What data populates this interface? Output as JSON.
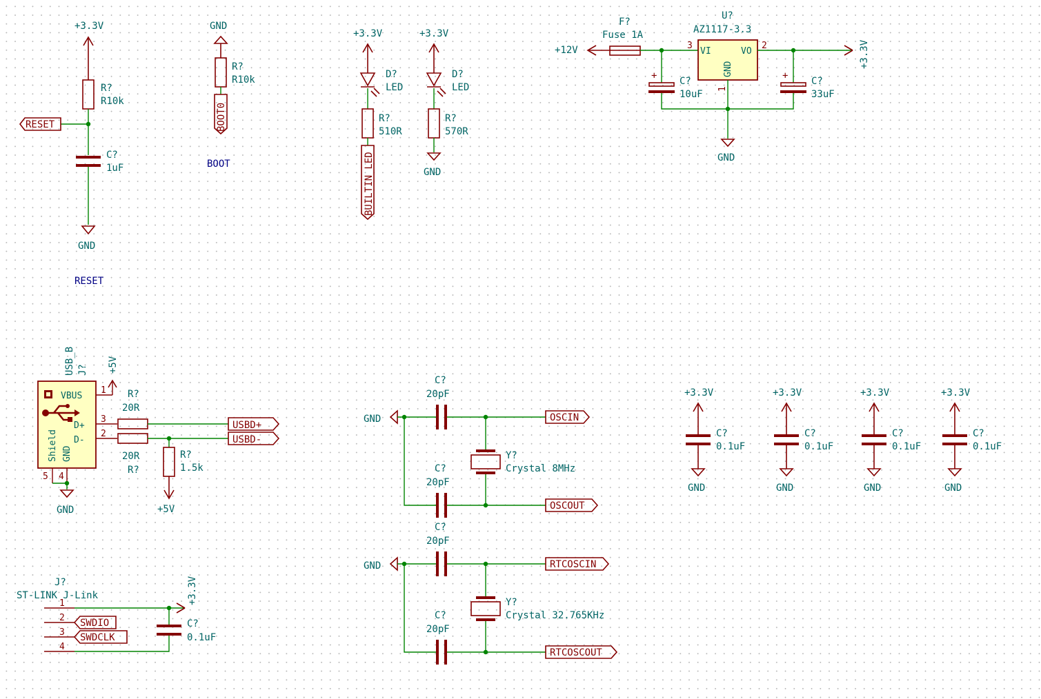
{
  "title_block": {},
  "reset": {
    "power_top": "+3.3V",
    "r_ref": "R?",
    "r_val": "R10k",
    "c_ref": "C?",
    "c_val": "1uF",
    "net_label": "RESET",
    "gnd": "GND",
    "note": "RESET"
  },
  "boot": {
    "gnd": "GND",
    "r_ref": "R?",
    "r_val": "R10k",
    "net_label": "BOOT0",
    "note": "BOOT"
  },
  "leds": [
    {
      "power": "+3.3V",
      "d_ref": "D?",
      "d_val": "LED",
      "r_ref": "R?",
      "r_val": "510R",
      "net_label": "BUILTIN_LED"
    },
    {
      "power": "+3.3V",
      "d_ref": "D?",
      "d_val": "LED",
      "r_ref": "R?",
      "r_val": "570R",
      "gnd": "GND"
    }
  ],
  "regulator": {
    "fuse_ref": "F?",
    "fuse_val": "Fuse 1A",
    "in_power": "+12V",
    "u_ref": "U?",
    "u_val": "AZ1117-3.3",
    "pin_vi": "VI",
    "pin_vo": "VO",
    "pin_gnd": "GND",
    "pin3": "3",
    "pin2": "2",
    "pin1": "1",
    "c1_ref": "C?",
    "c1_val": "10uF",
    "c1_plus": "+",
    "c2_ref": "C?",
    "c2_val": "33uF",
    "c2_plus": "+",
    "out_power": "+3.3V",
    "gnd": "GND"
  },
  "usb": {
    "j_val": "USB_B",
    "j_ref": "J?",
    "power": "+5V",
    "pin_vbus": "VBUS",
    "pin_dp": "D+",
    "pin_dm": "D-",
    "pin_shield": "Shield",
    "pin_gnd": "GND",
    "n1": "1",
    "n2": "2",
    "n3": "3",
    "n4": "4",
    "n5": "5",
    "r1_ref": "R?",
    "r1_val": "20R",
    "r2_val": "20R",
    "r2_ref": "R?",
    "r3_ref": "R?",
    "r3_val": "1.5k",
    "net_dp": "USBD+",
    "net_dm": "USBD-",
    "gnd": "GND",
    "pwr_bottom": "+5V"
  },
  "osc_main": {
    "gnd": "GND",
    "c1_ref": "C?",
    "c1_val": "20pF",
    "c2_ref": "C?",
    "c2_val": "20pF",
    "y_ref": "Y?",
    "y_val": "Crystal 8MHz",
    "net_in": "OSCIN",
    "net_out": "OSCOUT"
  },
  "osc_rtc": {
    "gnd": "GND",
    "c1_ref": "C?",
    "c1_val": "20pF",
    "c2_ref": "C?",
    "c2_val": "20pF",
    "y_ref": "Y?",
    "y_val": "Crystal 32.765KHz",
    "net_in": "RTCOSCIN",
    "net_out": "RTCOSCOUT"
  },
  "decoupling": [
    {
      "power": "+3.3V",
      "ref": "C?",
      "val": "0.1uF",
      "gnd": "GND"
    },
    {
      "power": "+3.3V",
      "ref": "C?",
      "val": "0.1uF",
      "gnd": "GND"
    },
    {
      "power": "+3.3V",
      "ref": "C?",
      "val": "0.1uF",
      "gnd": "GND"
    },
    {
      "power": "+3.3V",
      "ref": "C?",
      "val": "0.1uF",
      "gnd": "GND"
    }
  ],
  "stlink": {
    "j_ref": "J?",
    "j_val": "ST-LINK J-Link",
    "n1": "1",
    "n2": "2",
    "n3": "3",
    "n4": "4",
    "net_swdio": "SWDIO",
    "net_swdclk": "SWDCLK",
    "power": "+3.3V",
    "c_ref": "C?",
    "c_val": "0.1uF"
  }
}
